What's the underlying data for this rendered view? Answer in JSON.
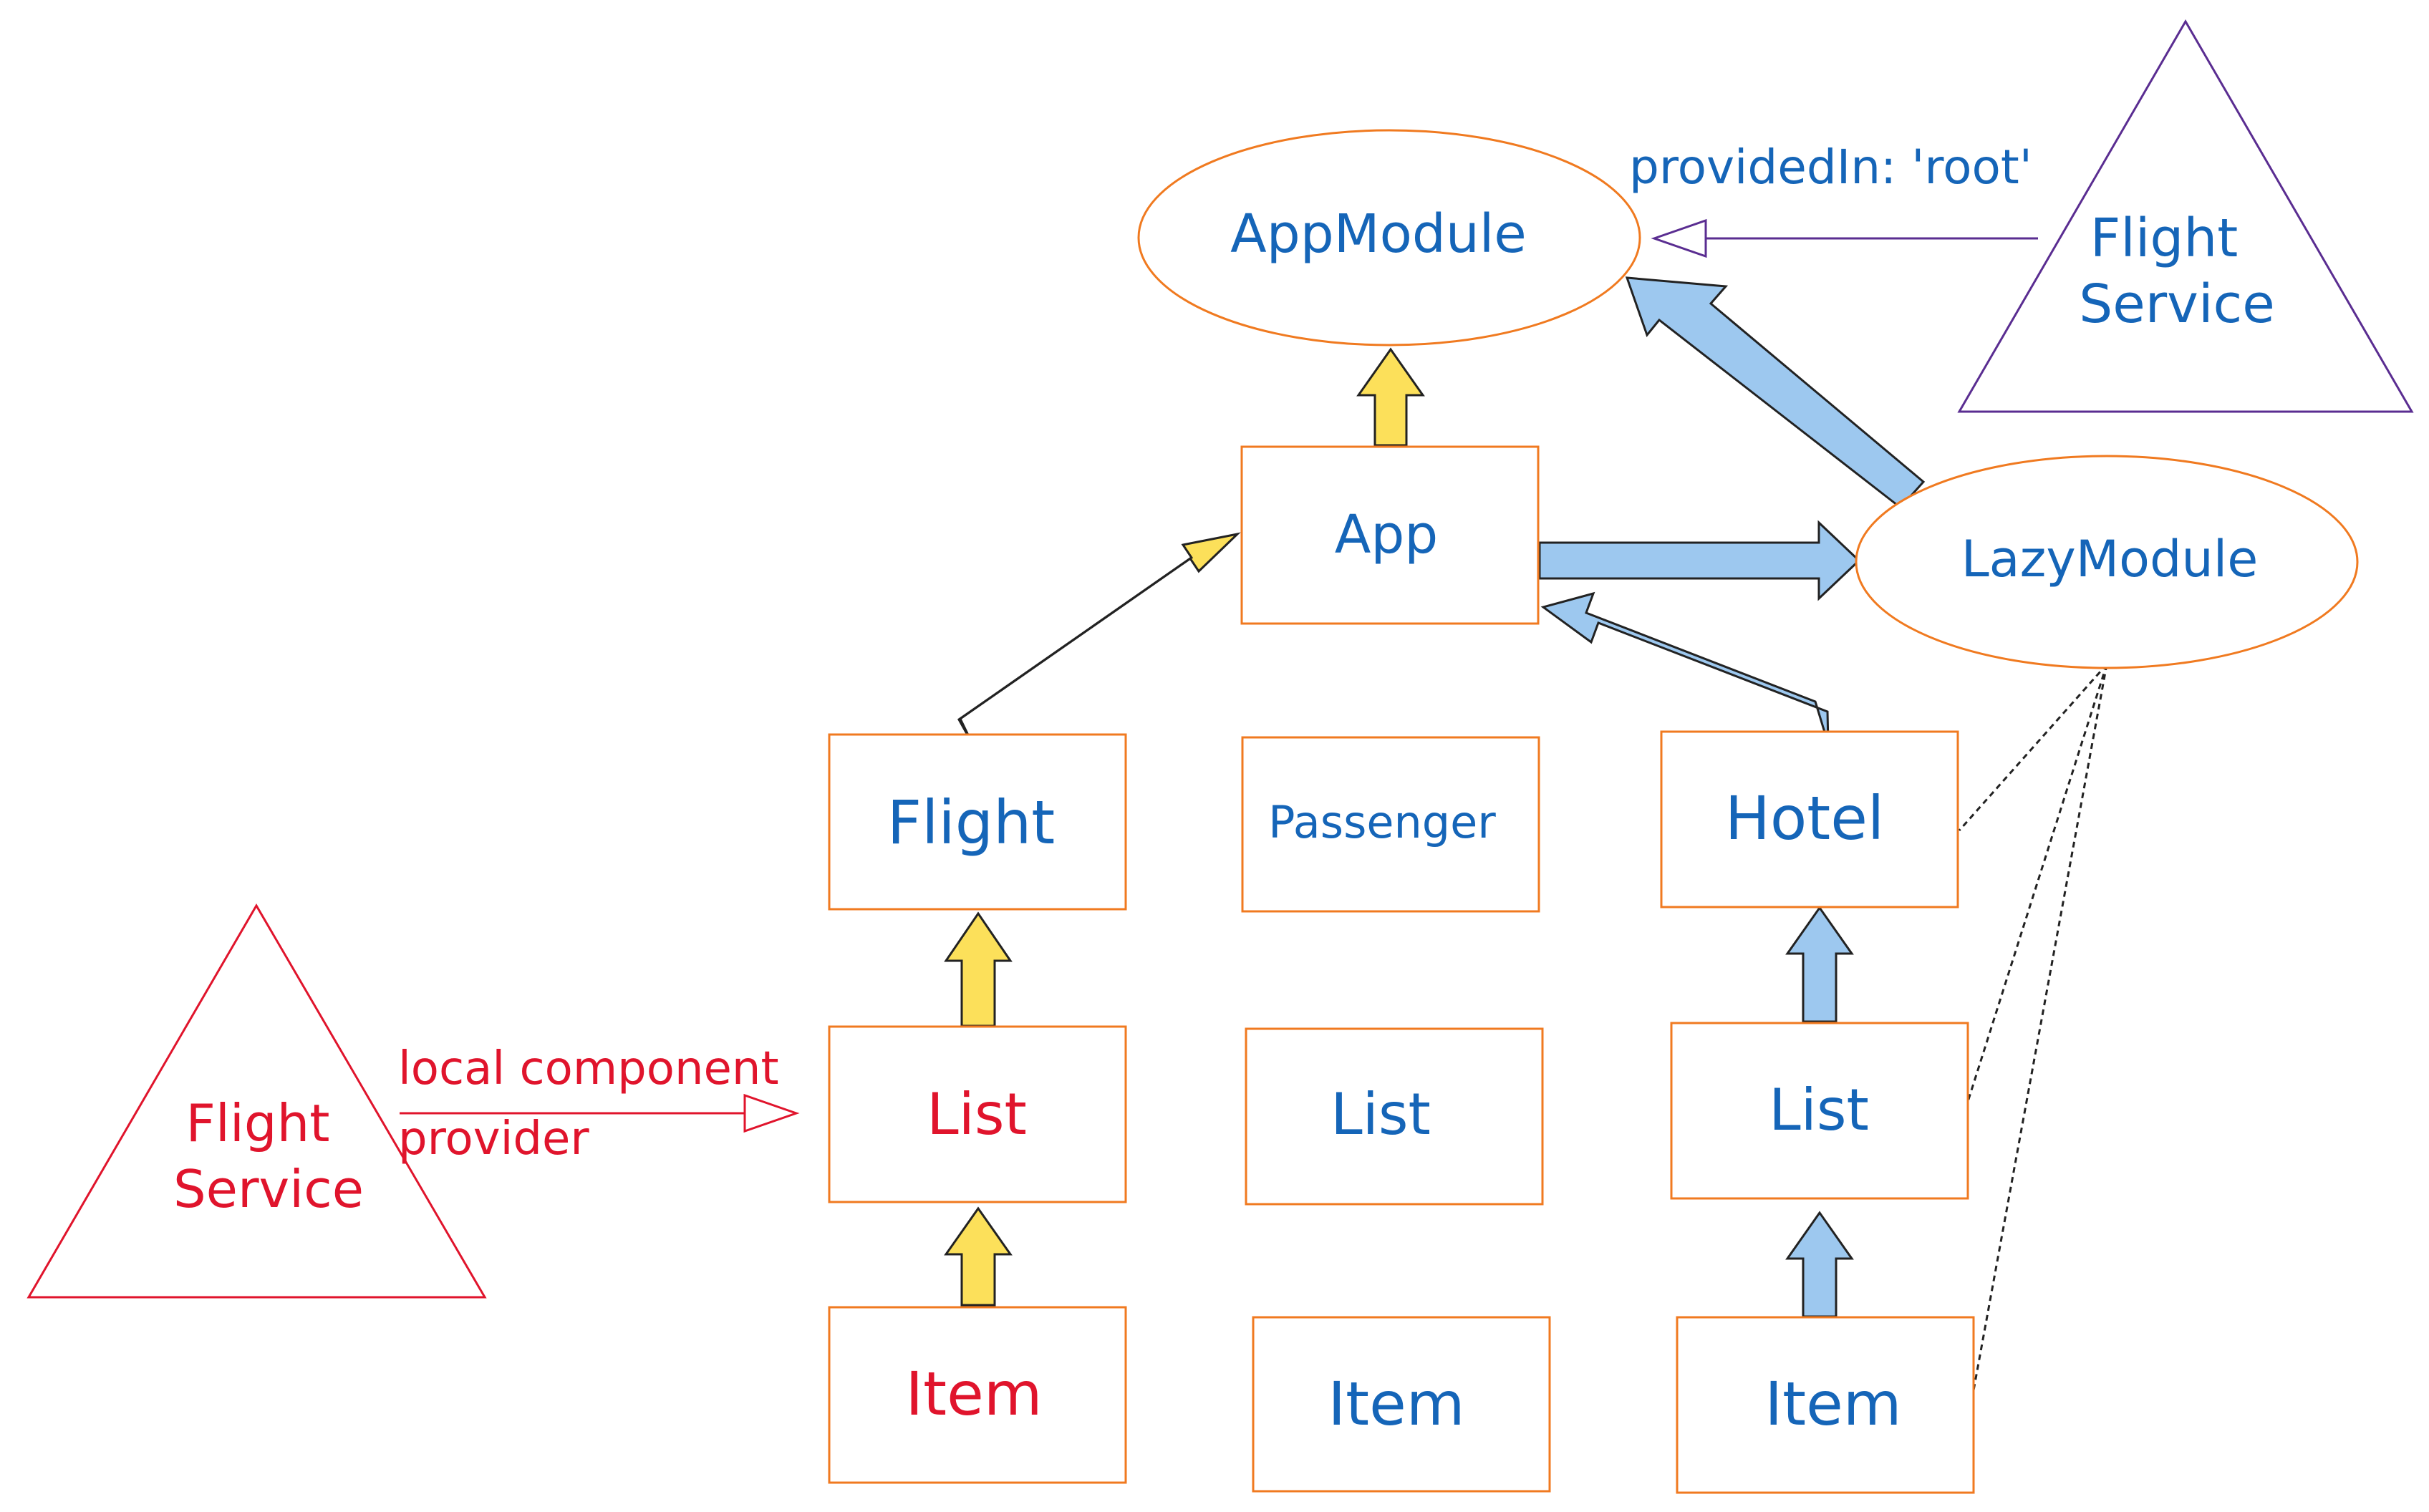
{
  "colors": {
    "box_stroke": "#f07a20",
    "blue_text": "#1565b8",
    "red": "#e0142c",
    "purple": "#5a2d91",
    "yellow_fill": "#fce05a",
    "blue_fill": "#9dc8ef",
    "dashed": "#222222"
  },
  "nodes": {
    "app_module": "AppModule",
    "app": "App",
    "lazy_module": "LazyModule",
    "flight": "Flight",
    "passenger": "Passenger",
    "hotel": "Hotel",
    "list_flight": "List",
    "list_passenger": "List",
    "list_hotel": "List",
    "item_flight": "Item",
    "item_passenger": "Item",
    "item_hotel": "Item"
  },
  "providers": {
    "root_service_line1": "Flight",
    "root_service_line2": "Service",
    "root_label": "providedIn: 'root'",
    "local_service_line1": "Flight",
    "local_service_line2": "Service",
    "local_label_line1": "local component",
    "local_label_line2": "provider"
  }
}
